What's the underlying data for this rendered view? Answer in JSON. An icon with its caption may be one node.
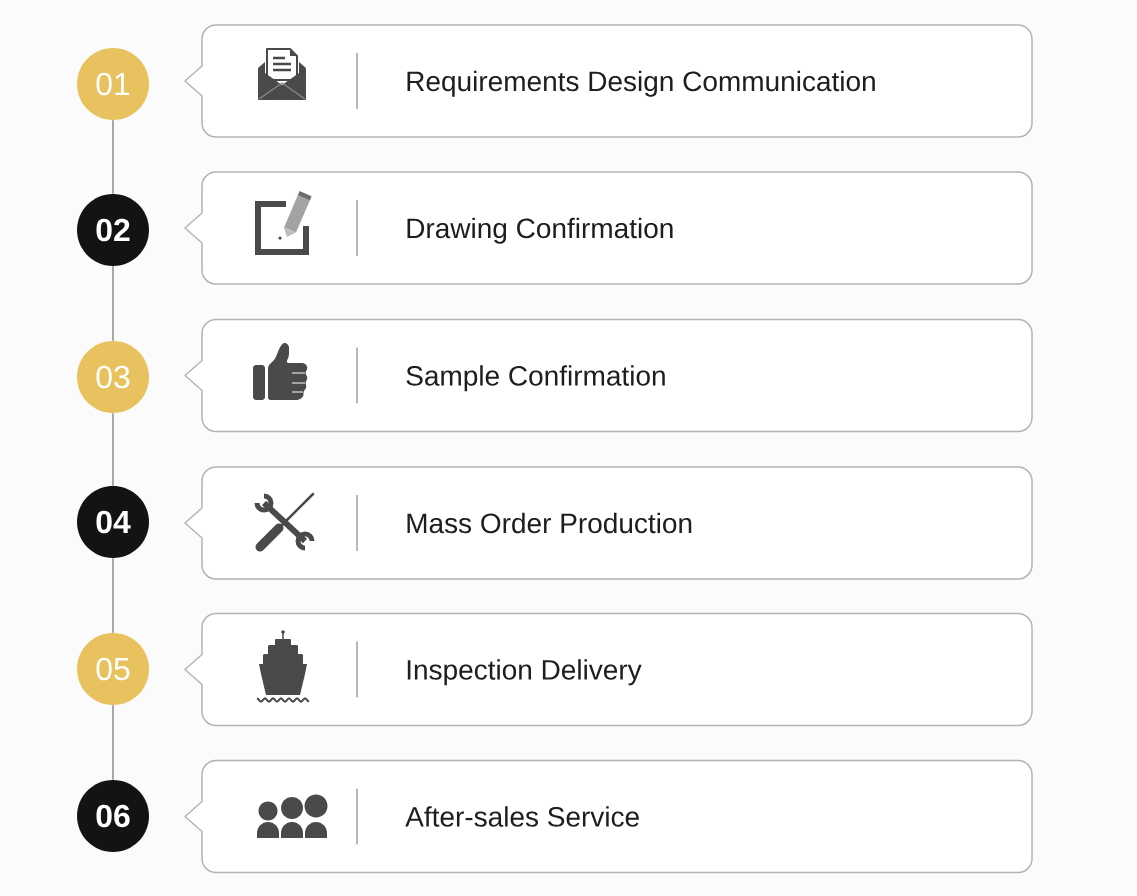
{
  "diagram": {
    "nodes": [
      {
        "text": [
          "01"
        ]
      },
      {
        "text": [
          "Requirements Design Communication"
        ]
      },
      {
        "text": [
          "02"
        ]
      },
      {
        "text": [
          "Drawing Confirmation"
        ]
      },
      {
        "text": [
          "03"
        ]
      },
      {
        "text": [
          "Sample Confirmation"
        ]
      },
      {
        "text": [
          "04"
        ]
      },
      {
        "text": [
          "Mass Order Production"
        ]
      },
      {
        "text": [
          "05"
        ]
      },
      {
        "text": [
          "Inspection Delivery"
        ]
      },
      {
        "text": [
          "06"
        ]
      },
      {
        "text": [
          "After-sales Service"
        ]
      }
    ],
    "edges": [
      {
        "from": 0,
        "to": 2,
        "arrow": "none"
      },
      {
        "from": 2,
        "to": 4,
        "arrow": "none"
      },
      {
        "from": 4,
        "to": 6,
        "arrow": "none"
      },
      {
        "from": 6,
        "to": 8,
        "arrow": "none"
      },
      {
        "from": 8,
        "to": 10,
        "arrow": "none"
      }
    ]
  }
}
